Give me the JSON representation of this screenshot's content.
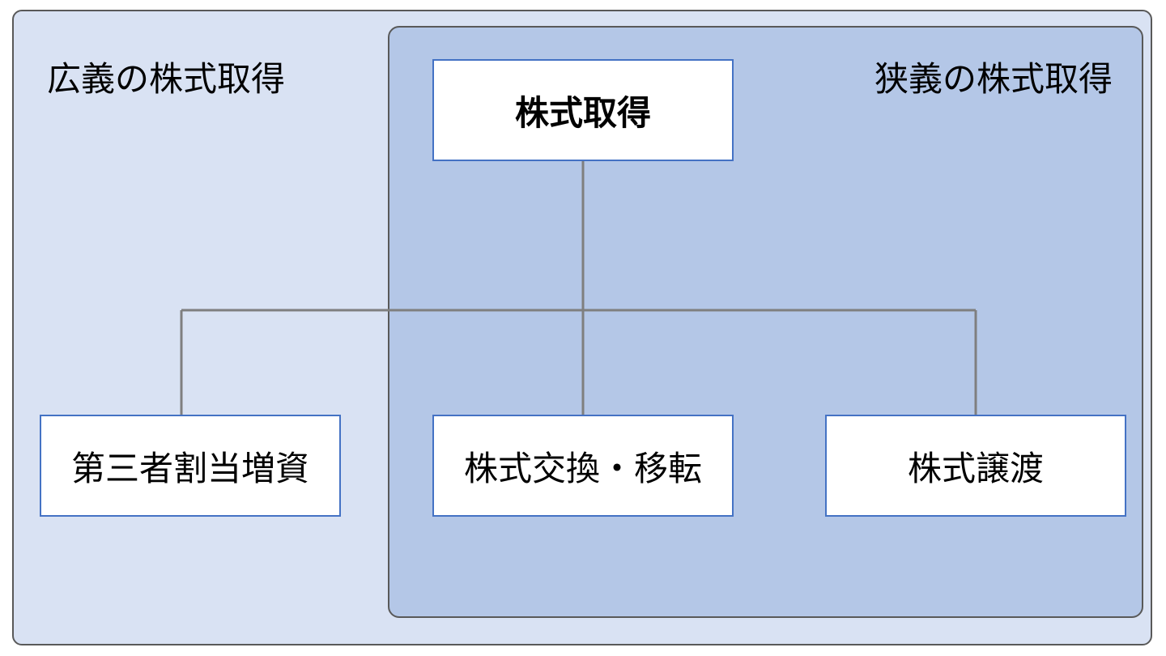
{
  "regions": {
    "broad_label": "広義の株式取得",
    "narrow_label": "狭義の株式取得"
  },
  "nodes": {
    "root": "株式取得",
    "third_party_allotment": "第三者割当増資",
    "share_exchange_transfer": "株式交換・移転",
    "share_transfer": "株式譲渡"
  },
  "colors": {
    "outer_fill": "#d9e2f3",
    "inner_fill": "#b4c7e7",
    "node_border": "#4472c4",
    "connector": "#7f7f7f"
  }
}
